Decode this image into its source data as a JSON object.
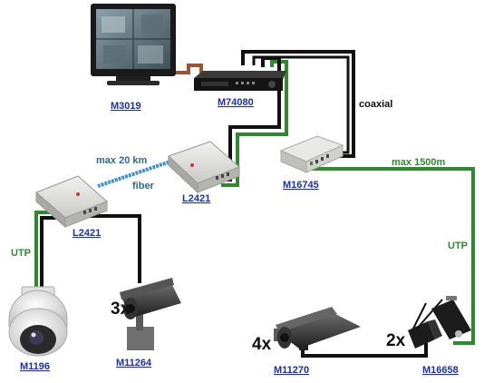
{
  "colors": {
    "coax": "#111111",
    "utp": "#2f8a2f",
    "fiber": "#3d8fe0",
    "vga": "#a0522d",
    "model_link": "#1a2fc0"
  },
  "devices": {
    "monitor": {
      "model": "M3019",
      "icon": "lcd-monitor-icon"
    },
    "dvr": {
      "model": "M74080",
      "icon": "dvr-recorder-icon"
    },
    "transceiver_right": {
      "model": "L2421",
      "icon": "fiber-transceiver-icon"
    },
    "transceiver_left": {
      "model": "L2421",
      "icon": "fiber-transceiver-icon"
    },
    "receiver": {
      "model": "M16745",
      "icon": "video-receiver-hub-icon"
    },
    "dome_camera": {
      "model": "M1196",
      "icon": "dome-camera-icon"
    },
    "bullet_camera_a": {
      "model": "M11264",
      "quantity": "3x",
      "icon": "bullet-camera-icon"
    },
    "bullet_camera_b": {
      "model": "M11270",
      "quantity": "4x",
      "icon": "bullet-camera-icon"
    },
    "balun": {
      "model": "M16658",
      "quantity": "2x",
      "icon": "video-balun-icon"
    }
  },
  "links": {
    "coaxial": "coaxial",
    "max_fiber": "max 20 km",
    "fiber": "fiber",
    "max_utp": "max 1500m",
    "utp_right": "UTP",
    "utp_left": "UTP"
  }
}
